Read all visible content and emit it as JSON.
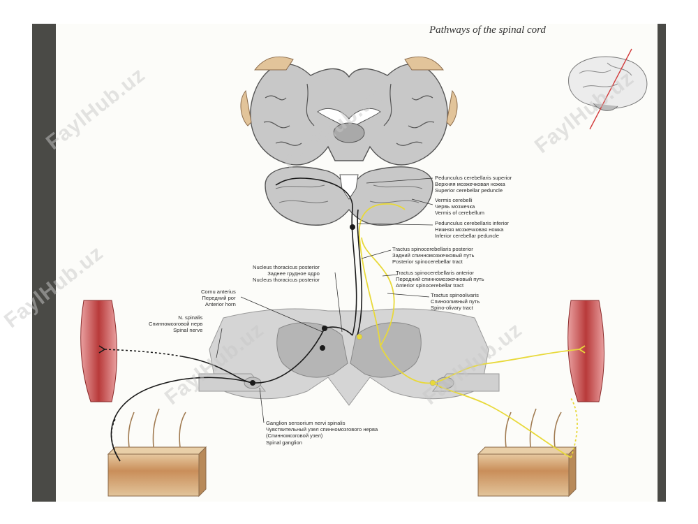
{
  "title": "Pathways of the spinal cord",
  "watermark": "FaylHub.uz",
  "labels": {
    "ped_sup": [
      "Pedunculus cerebellaris superior",
      "Верхняя мозжечковая ножка",
      "Superior cerebellar peduncle"
    ],
    "vermis": [
      "Vermis cerebelli",
      "Червь мозжечка",
      "Vermis of cerebellum"
    ],
    "ped_inf": [
      "Pedunculus cerebellaris inferior",
      "Нижняя мозжечковая ножка",
      "Inferior cerebellar peduncle"
    ],
    "tract_post": [
      "Tractus spinocerebellaris posterior",
      "Задний спинномозжечковый путь",
      "Posterior spinocerebellar tract"
    ],
    "tract_ant": [
      "Tractus spinocerebellaris anterior",
      "Передний спинномозжечковый путь",
      "Anterior spinocerebellar tract"
    ],
    "tract_olive": [
      "Tractus spinoolivaris",
      "Спинооливный путь",
      "Spino-olivary tract"
    ],
    "nucleus": [
      "Nucleus thoracicus posterior",
      "Заднее грудное ядро",
      "Nucleus thoracicus posterior"
    ],
    "cornu": [
      "Cornu anterius",
      "Передний рог",
      "Anterior horn"
    ],
    "nerve": [
      "N. spinalis",
      "Спинномозговой нерв",
      "Spinal nerve"
    ],
    "ganglion": [
      "Ganglion sensorium nervi spinalis",
      "Чувствительный узел спинномозгового нерва",
      "(Спинномозговой узел)",
      "Spinal ganglion"
    ]
  },
  "colors": {
    "yellow_path": "#e8d93a",
    "black_path": "#1a1a1a",
    "muscle": "#b83a3a",
    "gray_matter": "#bdbdbd",
    "skin": "#d9b27a"
  }
}
